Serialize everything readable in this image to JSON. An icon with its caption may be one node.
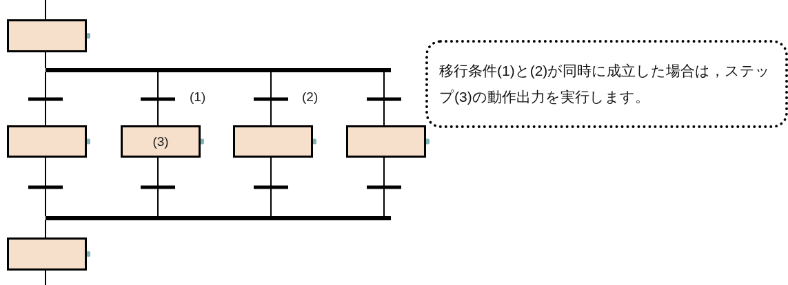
{
  "diagram": {
    "nodes": [
      {
        "text": [],
        "shape": "box"
      },
      {
        "text": [],
        "shape": "bar"
      },
      {
        "text": [],
        "shape": "box"
      },
      {
        "text": [
          "(3)"
        ]
      },
      {
        "text": [],
        "shape": "box"
      },
      {
        "text": [],
        "shape": "box"
      },
      {
        "text": [],
        "shape": "bar"
      },
      {
        "text": [],
        "shape": "box"
      },
      {
        "text": [
          "移行条件(1)と(2)が同時に成立した場合は，ステップ(3)の動作出力を実行します。"
        ]
      }
    ],
    "edges": [
      {
        "from": null,
        "to": 0,
        "arrow": "none"
      },
      {
        "from": 0,
        "to": 1,
        "arrow": "none"
      },
      {
        "from": 1,
        "to": 2,
        "arrow": "none"
      },
      {
        "from": 1,
        "to": 3,
        "arrow": "none"
      },
      {
        "from": 1,
        "to": 4,
        "arrow": "none"
      },
      {
        "from": 1,
        "to": 5,
        "arrow": "none"
      },
      {
        "from": 2,
        "to": 6,
        "arrow": "none"
      },
      {
        "from": 3,
        "to": 6,
        "arrow": "none"
      },
      {
        "from": 4,
        "to": 6,
        "arrow": "none"
      },
      {
        "from": 5,
        "to": 6,
        "arrow": "none"
      },
      {
        "from": 6,
        "to": 7,
        "arrow": "none"
      },
      {
        "from": 7,
        "to": null,
        "arrow": "none"
      }
    ],
    "labels": [
      "(1)",
      "(2)"
    ]
  }
}
